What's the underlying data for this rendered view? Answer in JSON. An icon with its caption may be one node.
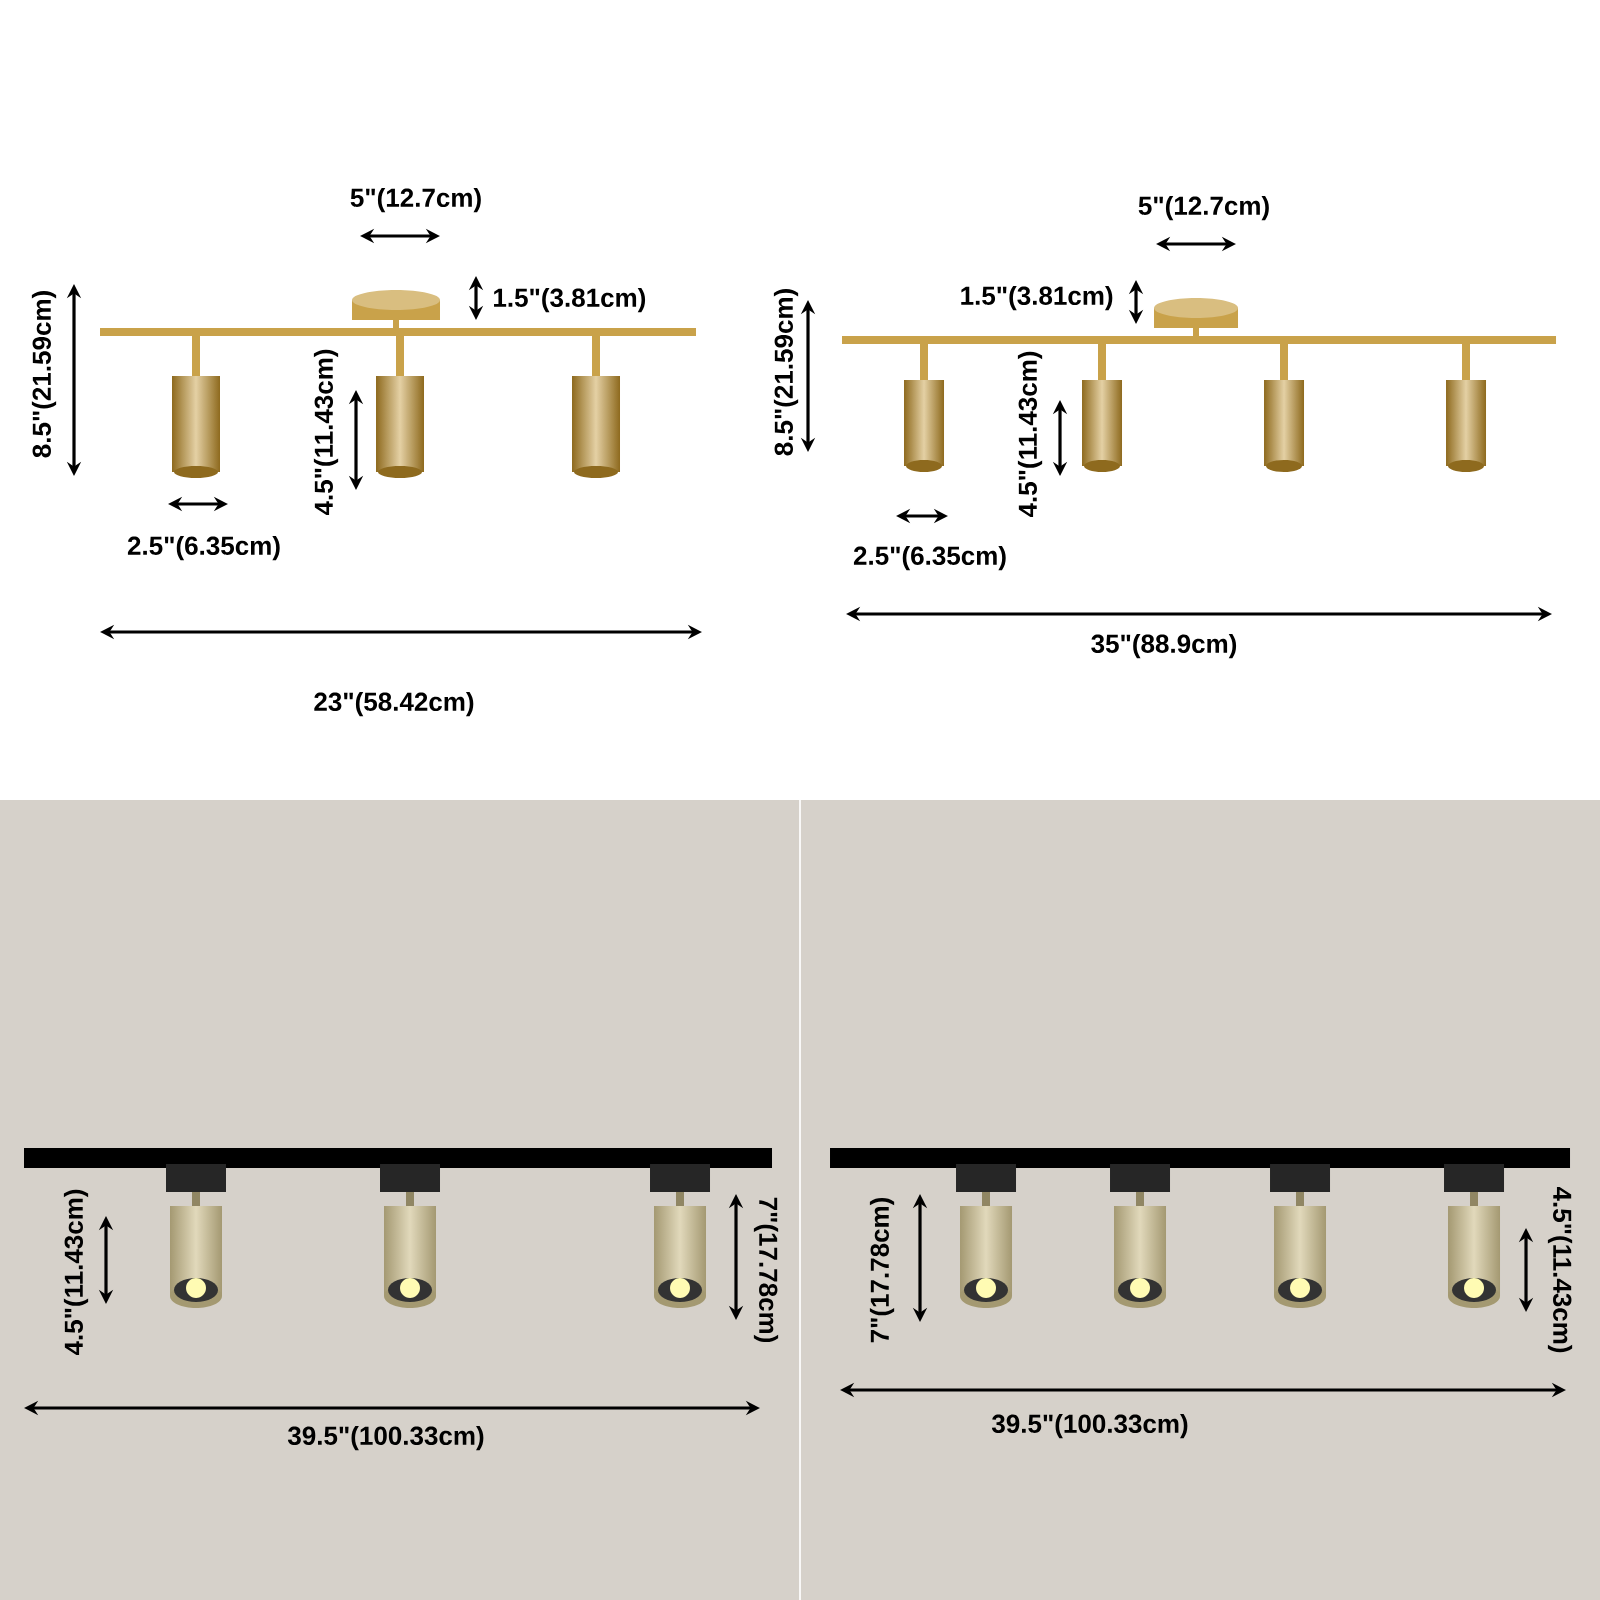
{
  "diagram": {
    "labels": [
      "5\"(12.7cm)",
      "1.5\"(3.81cm)",
      "8.5\"(21.59cm)",
      "4.5\"(11.43cm)",
      "2.5\"(6.35cm)",
      "23\"(58.42cm)",
      "5\"(12.7cm)",
      "1.5\"(3.81cm)",
      "8.5\"(21.59cm)",
      "4.5\"(11.43cm)",
      "2.5\"(6.35cm)",
      "35\"(88.9cm)",
      "4.5\"(11.43cm)",
      "7\"(17.78cm)",
      "39.5\"(100.33cm)",
      "7\"(17.78cm)",
      "4.5\"(11.43cm)",
      "39.5\"(100.33cm)"
    ]
  }
}
